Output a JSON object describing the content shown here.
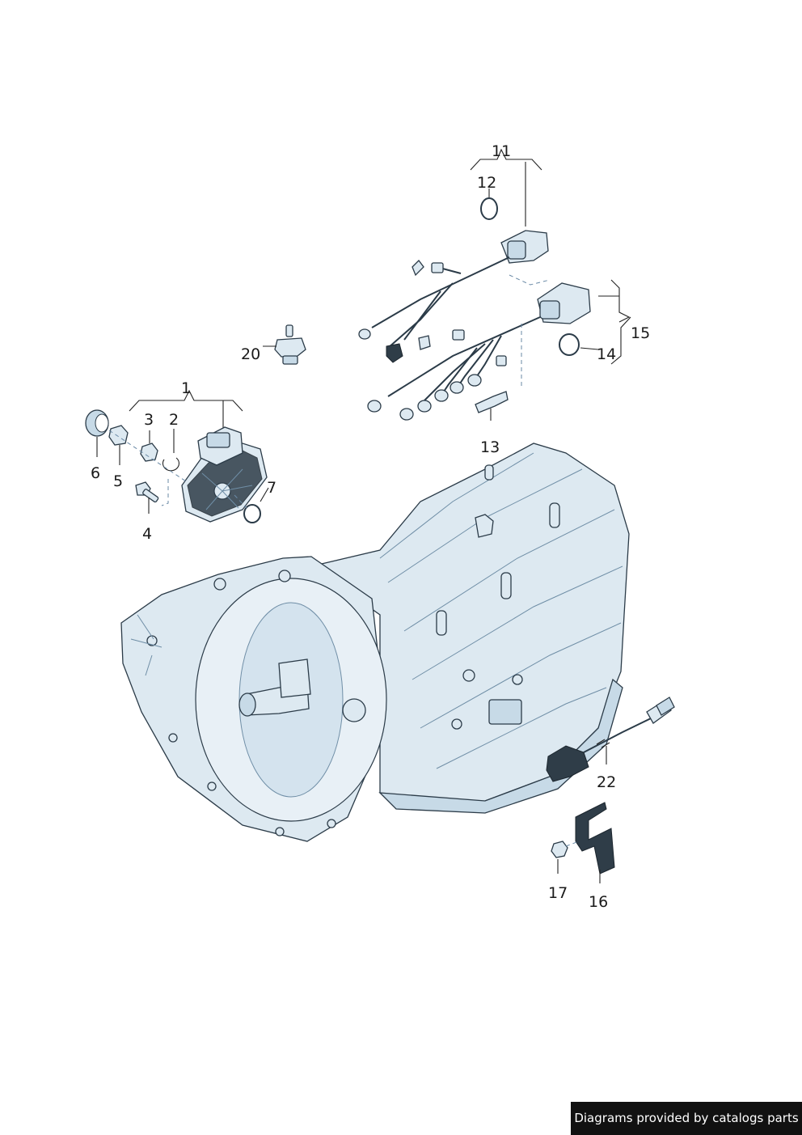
{
  "callouts": {
    "c1": "1",
    "c2": "2",
    "c3": "3",
    "c4": "4",
    "c5": "5",
    "c6": "6",
    "c7": "7",
    "c11": "11",
    "c12": "12",
    "c13": "13",
    "c14": "14",
    "c15": "15",
    "c16": "16",
    "c17": "17",
    "c20": "20",
    "c22": "22"
  },
  "footer": {
    "text": "Diagrams provided by catalogs parts"
  },
  "colors": {
    "part_fill": "#dde9f1",
    "outline": "#2b3b48",
    "footer_bg": "#111111"
  }
}
